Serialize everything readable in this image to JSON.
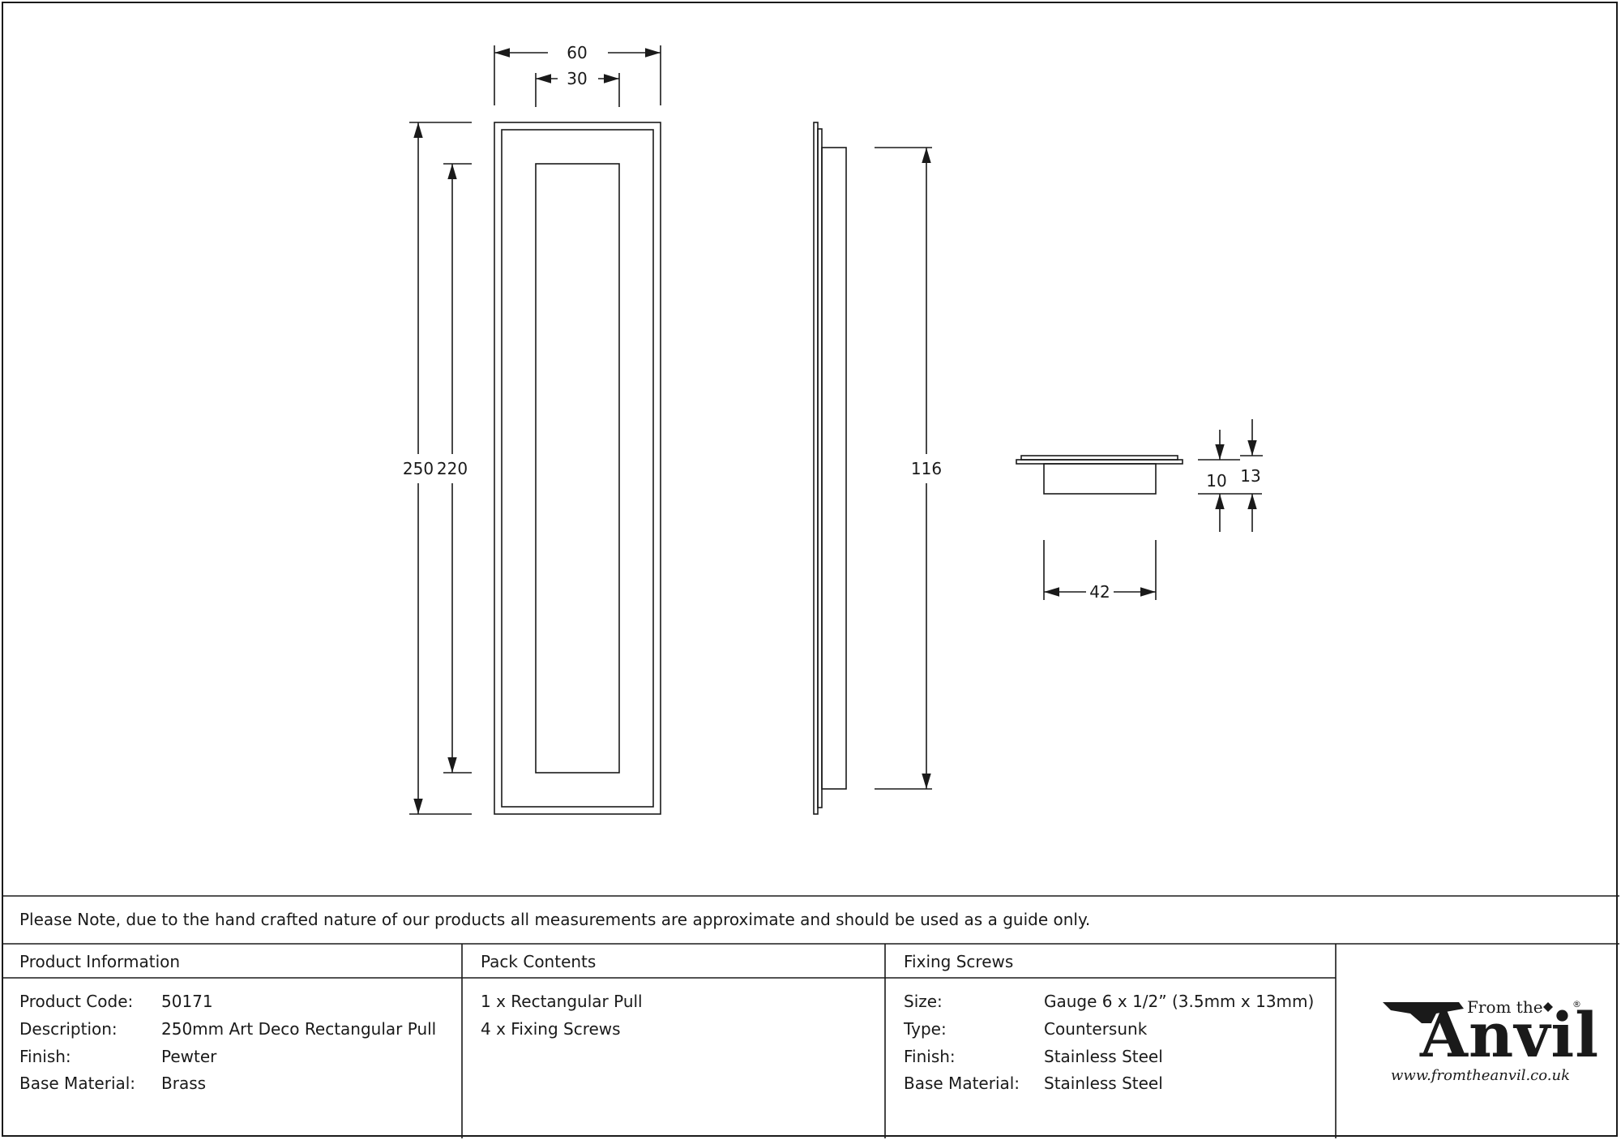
{
  "dimensions": {
    "front_width_outer": "60",
    "front_width_inner": "30",
    "front_height_outer": "250",
    "front_height_inner": "220",
    "side_height": "116",
    "end_depth_inner": "10",
    "end_depth_outer": "13",
    "end_width": "42"
  },
  "note": "Please Note, due to the hand crafted nature of our products all measurements are approximate and should be used as a guide only.",
  "product_info": {
    "heading": "Product Information",
    "rows": [
      {
        "label": "Product Code:",
        "value": "50171"
      },
      {
        "label": "Description:",
        "value": "250mm Art Deco Rectangular Pull"
      },
      {
        "label": "Finish:",
        "value": "Pewter"
      },
      {
        "label": "Base Material:",
        "value": "Brass"
      }
    ]
  },
  "pack_contents": {
    "heading": "Pack Contents",
    "items": [
      "1 x Rectangular Pull",
      "4 x Fixing Screws"
    ]
  },
  "fixing_screws": {
    "heading": "Fixing Screws",
    "rows": [
      {
        "label": "Size:",
        "value": "Gauge 6 x 1/2” (3.5mm x 13mm)"
      },
      {
        "label": "Type:",
        "value": "Countersunk"
      },
      {
        "label": "Finish:",
        "value": "Stainless Steel"
      },
      {
        "label": "Base Material:",
        "value": "Stainless Steel"
      }
    ]
  },
  "logo": {
    "from_the": "From the",
    "anvil": "Anvil",
    "url": "www.fromtheanvil.co.uk",
    "registered": "®"
  }
}
